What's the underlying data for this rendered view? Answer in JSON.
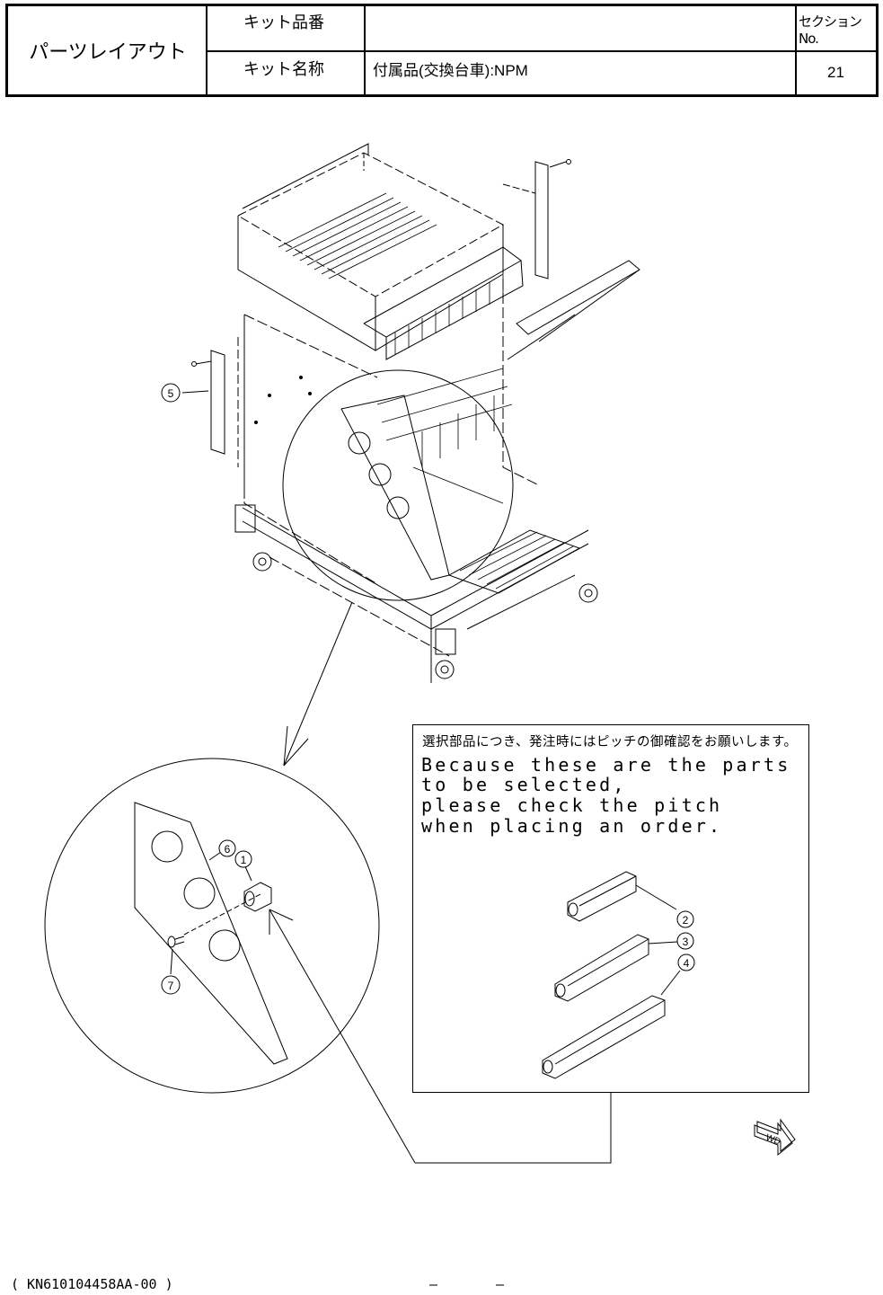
{
  "header": {
    "title": "パーツレイアウト",
    "kit_number_label": "キット品番",
    "kit_number_value": "",
    "kit_name_label": "キット名称",
    "kit_name_value": "付属品(交換台車):NPM",
    "section_label": "セクションNo.",
    "section_value": "21"
  },
  "callouts": {
    "c1": "1",
    "c2": "2",
    "c3": "3",
    "c4": "4",
    "c5": "5",
    "c6": "6",
    "c7": "7"
  },
  "note": {
    "japanese": "選択部品につき、発注時にはピッチの御確認をお願いします。",
    "english_lines": [
      "Because these are the parts",
      "to be selected,",
      "please check the pitch",
      "when placing an order."
    ]
  },
  "fwd_mark": "WD",
  "footer": {
    "document_code": "( KN610104458AA-00 )",
    "page_left": "–",
    "page_right": "–"
  }
}
